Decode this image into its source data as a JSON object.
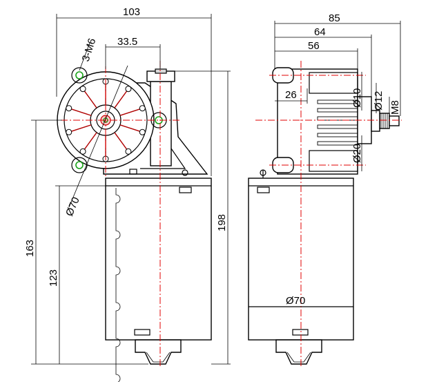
{
  "front_view": {
    "width_dim": "103",
    "offset_dim": "33.5",
    "mount_thread": "3-M6",
    "flange_dia": "Ø70",
    "height_total": "198",
    "height_lower": "163",
    "height_motor": "123"
  },
  "side_view": {
    "length_total": "85",
    "length_mid": "64",
    "length_inner": "56",
    "shaft_offset": "26",
    "dia_small": "Ø10",
    "dia_shaft": "Ø12",
    "dia_pilot": "Ø20",
    "thread": "M8",
    "motor_dia": "Ø70"
  },
  "colors": {
    "center_line": "#e00000",
    "hole": "#19a319",
    "line": "#000000"
  }
}
